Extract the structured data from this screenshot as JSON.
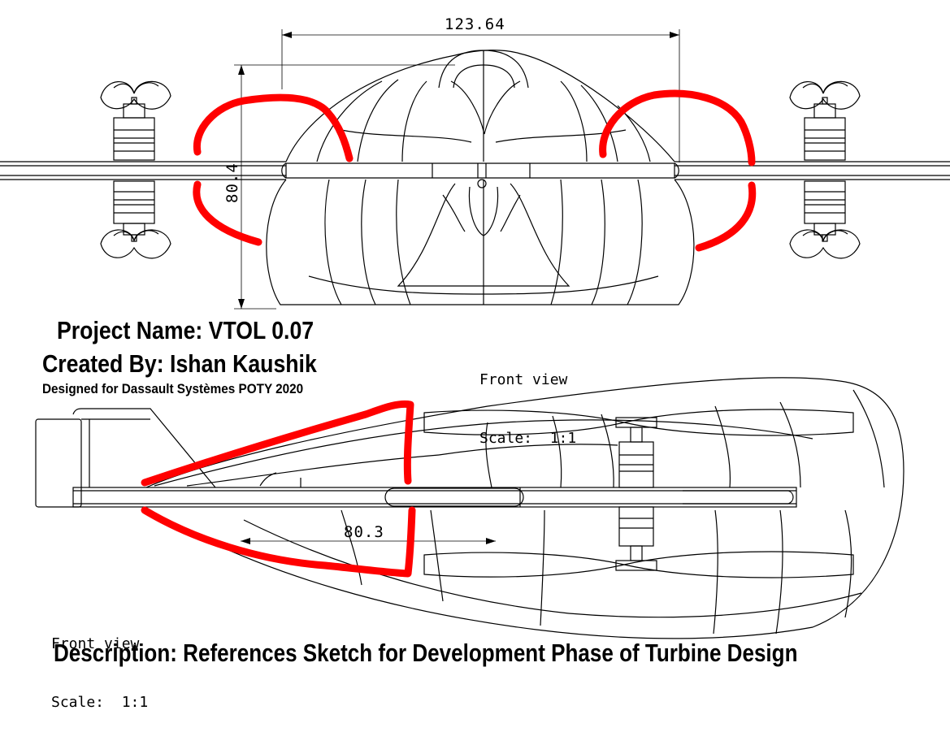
{
  "project": {
    "name": "Project Name: VTOL 0.07",
    "created_by": "Created By: Ishan Kaushik",
    "designed_for": "Designed for Dassault Systèmes POTY 2020",
    "description": "Description: References Sketch for Development Phase of Turbine Design"
  },
  "views": {
    "top": {
      "label": "Front view",
      "scale": "Scale:  1:1",
      "width_dim": "123.64",
      "height_dim": "80.4"
    },
    "bottom": {
      "label": "Front view",
      "scale": "Scale:  1:1",
      "length_dim": "80.3"
    }
  },
  "colors": {
    "line": "#000000",
    "markup": "#ff0000",
    "background": "#ffffff"
  }
}
